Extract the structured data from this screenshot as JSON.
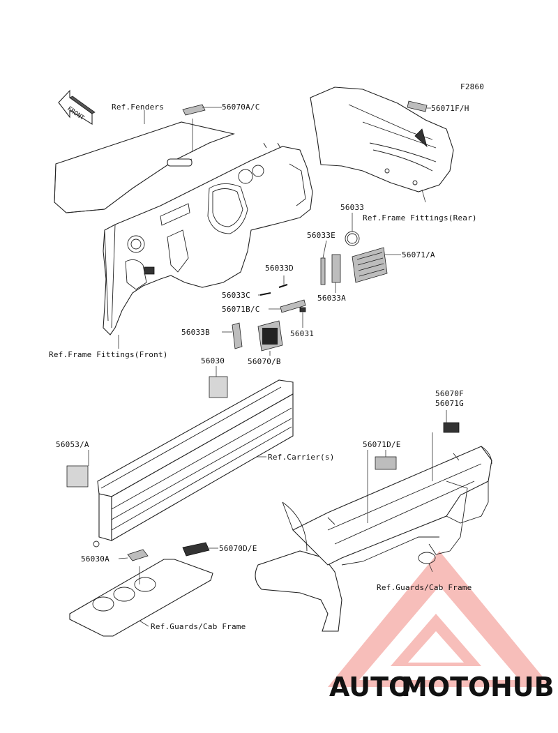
{
  "figure_code": "F2860",
  "front_arrow": "FRONT",
  "callouts": {
    "ref_fenders": "Ref.Fenders",
    "ref_frame_fittings_rear": "Ref.Frame Fittings(Rear)",
    "ref_frame_fittings_front": "Ref.Frame Fittings(Front)",
    "ref_carriers": "Ref.Carrier(s)",
    "ref_guards_cab_frame_1": "Ref.Guards/Cab Frame",
    "ref_guards_cab_frame_2": "Ref.Guards/Cab Frame"
  },
  "part_numbers": {
    "p56070AC": "56070A/C",
    "p56071FH": "56071F/H",
    "p56033": "56033",
    "p56033E": "56033E",
    "p56071A": "56071/A",
    "p56033D": "56033D",
    "p56033C": "56033C",
    "p56033A": "56033A",
    "p56071BC": "56071B/C",
    "p56031": "56031",
    "p56033B": "56033B",
    "p56070B": "56070/B",
    "p56030": "56030",
    "p56070F": "56070F",
    "p56071G": "56071G",
    "p56071DE": "56071D/E",
    "p56053A": "56053/A",
    "p56030A": "56030A",
    "p56070DE": "56070D/E"
  },
  "watermark": {
    "part1": "AUTO",
    "part2": "MOTO",
    "part3": "HUB",
    "colors": {
      "orange": "#f2a23a",
      "red": "#e8413a",
      "gray": "#8c8c8c"
    }
  }
}
